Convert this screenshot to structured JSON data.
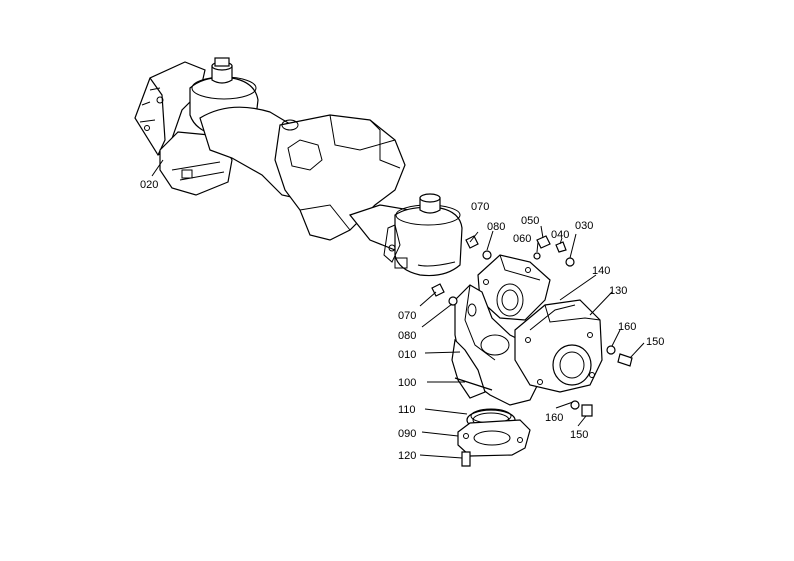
{
  "diagram": {
    "part_labels": {
      "p020": "020",
      "p070a": "070",
      "p080a": "080",
      "p050": "050",
      "p060": "060",
      "p040": "040",
      "p030": "030",
      "p140": "140",
      "p130": "130",
      "p160a": "160",
      "p150a": "150",
      "p070b": "070",
      "p080b": "080",
      "p010": "010",
      "p100": "100",
      "p110": "110",
      "p090": "090",
      "p120": "120",
      "p160b": "160",
      "p150b": "150"
    }
  }
}
